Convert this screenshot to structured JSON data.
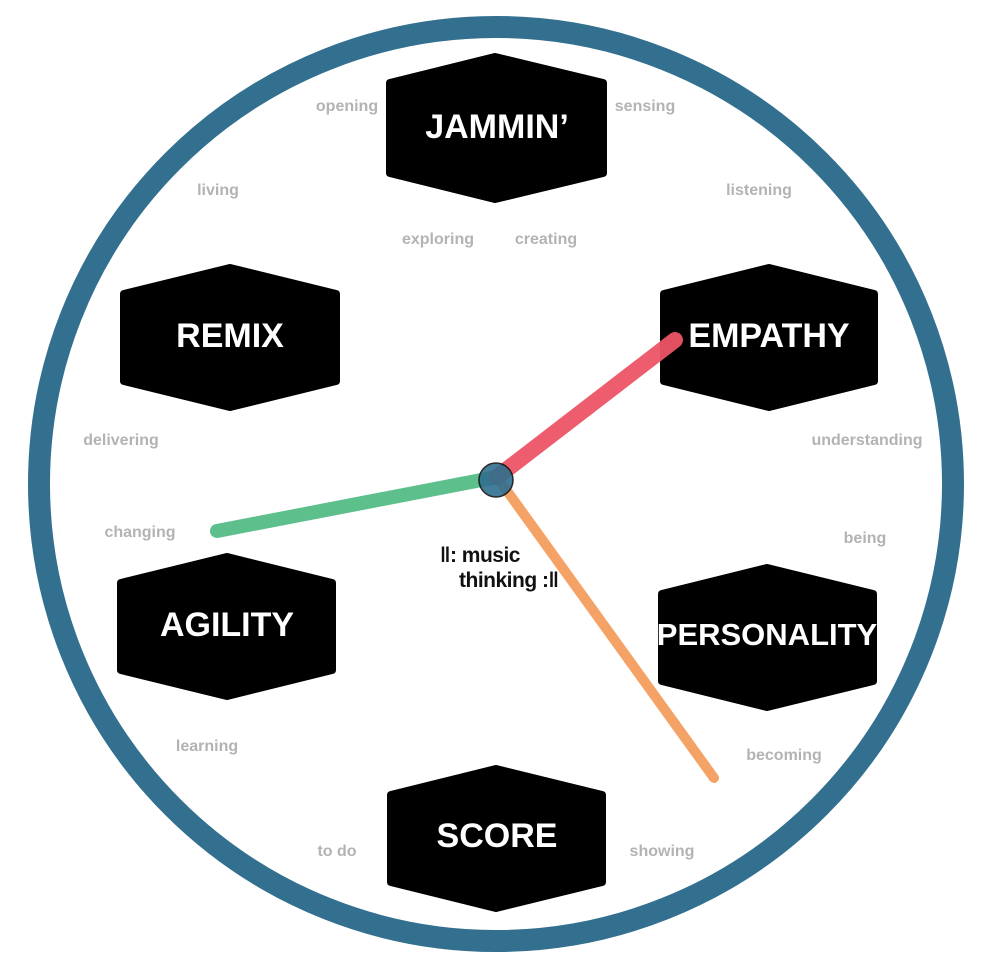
{
  "colors": {
    "ring": "#336f8e",
    "hexagon": "#000000",
    "hexagon_text": "#ffffff",
    "word_text": "#b3b3b3",
    "hand_red": "#ee5566",
    "hand_green": "#5cbf8c",
    "hand_orange": "#f4a266",
    "center_dot": "#2f6f8e"
  },
  "hexagons": {
    "jammin": "JAMMIN’",
    "remix": "REMIX",
    "empathy": "EMPATHY",
    "agility": "AGILITY",
    "personality": "PERSONALITY",
    "score": "SCORE"
  },
  "words": {
    "opening": "opening",
    "sensing": "sensing",
    "living": "living",
    "listening": "listening",
    "exploring": "exploring",
    "creating": "creating",
    "delivering": "delivering",
    "understanding": "understanding",
    "changing": "changing",
    "being": "being",
    "learning": "learning",
    "becoming": "becoming",
    "to_do": "to do",
    "showing": "showing"
  },
  "logo": {
    "line1": "‖: music",
    "line2": "thinking :‖"
  }
}
